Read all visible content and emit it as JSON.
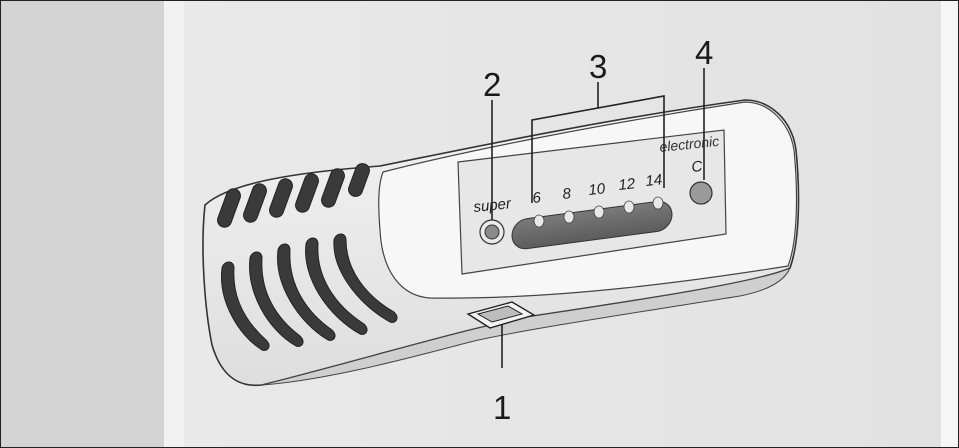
{
  "callouts": {
    "one": "1",
    "two": "2",
    "three": "3",
    "four": "4"
  },
  "panel": {
    "super_label": "super",
    "brand_label": "electronic",
    "clear_label": "C",
    "temperatures": [
      "6",
      "8",
      "10",
      "12",
      "14"
    ]
  }
}
